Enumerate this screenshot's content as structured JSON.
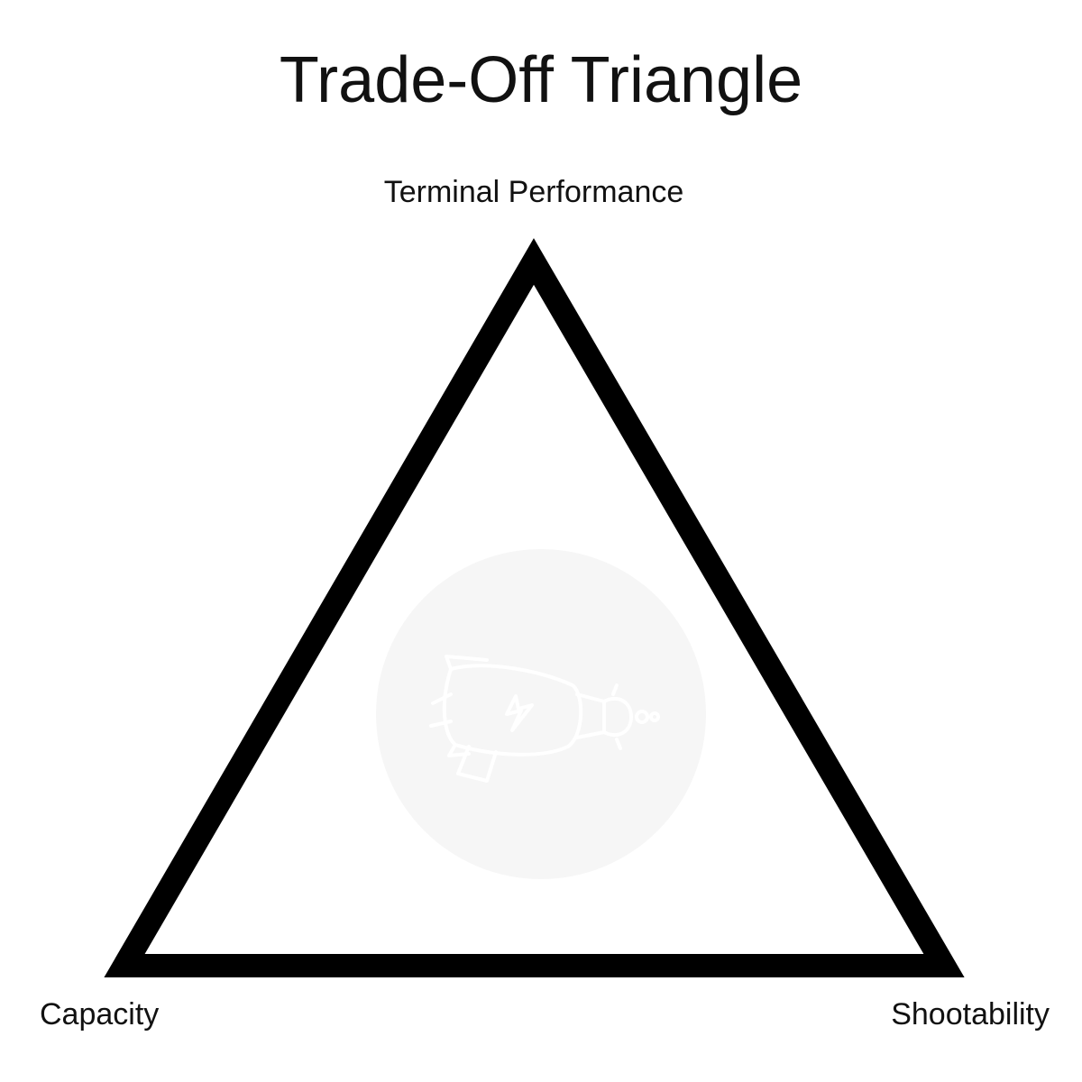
{
  "diagram": {
    "title": "Trade-Off Triangle",
    "vertices": {
      "top": "Terminal Performance",
      "bottom_left": "Capacity",
      "bottom_right": "Shootability"
    },
    "watermark_icon": "ray-gun-icon"
  }
}
